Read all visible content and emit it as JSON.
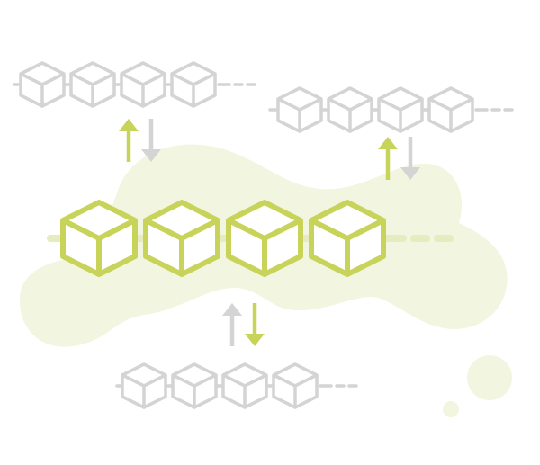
{
  "diagram": {
    "colors": {
      "accent": "#c8d35a",
      "blob": "#f2f5df",
      "muted": "#d4d4d4",
      "background": "#ffffff"
    },
    "chains": [
      {
        "id": "top-left",
        "blocks": 4,
        "style": "muted"
      },
      {
        "id": "top-right",
        "blocks": 4,
        "style": "muted"
      },
      {
        "id": "center",
        "blocks": 4,
        "style": "accent"
      },
      {
        "id": "bottom",
        "blocks": 4,
        "style": "muted"
      }
    ],
    "arrow_pairs": [
      {
        "id": "top-left-pair",
        "connects": [
          "top-left",
          "center"
        ]
      },
      {
        "id": "top-right-pair",
        "connects": [
          "top-right",
          "center"
        ]
      },
      {
        "id": "bottom-pair",
        "connects": [
          "center",
          "bottom"
        ]
      }
    ],
    "icons": {
      "block": "cube-icon",
      "up": "arrow-up-icon",
      "down": "arrow-down-icon"
    }
  }
}
